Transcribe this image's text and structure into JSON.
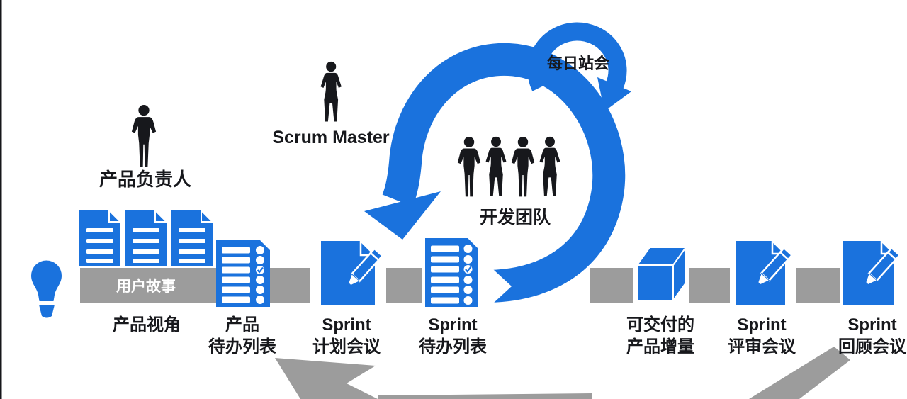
{
  "colors": {
    "blue": "#1a72dd",
    "gray": "#9c9c9c",
    "ink": "#17181c",
    "white": "#ffffff"
  },
  "people": {
    "product_owner": {
      "label": "产品负责人"
    },
    "scrum_master": {
      "label": "Scrum Master"
    },
    "dev_team": {
      "label": "开发团队"
    }
  },
  "loops": {
    "daily_standup_label": "每日站会"
  },
  "band": {
    "user_story_label": "用户故事"
  },
  "stages": [
    {
      "line1": "产品视角",
      "line2": ""
    },
    {
      "line1": "产品",
      "line2": "待办列表"
    },
    {
      "line1": "Sprint",
      "line2": "计划会议"
    },
    {
      "line1": "Sprint",
      "line2": "待办列表"
    },
    {
      "line1": "可交付的",
      "line2": "产品增量"
    },
    {
      "line1": "Sprint",
      "line2": "评审会议"
    },
    {
      "line1": "Sprint",
      "line2": "回顾会议"
    }
  ],
  "icons": {
    "idea": "lightbulb-icon",
    "story_documents": "document-icon",
    "backlog": "checklist-icon",
    "meeting": "pencil-document-icon",
    "increment": "cube-icon",
    "person": "person-icon",
    "sprint_loop": "loop-arrow-icon",
    "daily_loop": "loop-arrow-icon"
  }
}
